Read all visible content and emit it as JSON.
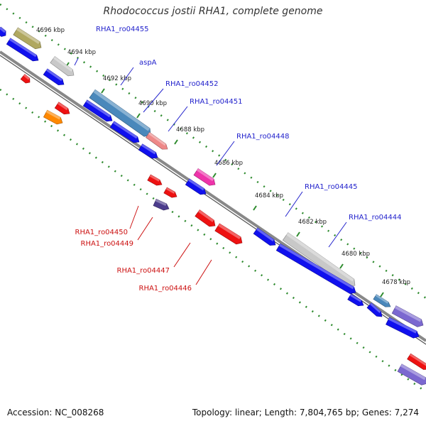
{
  "title": "Rhodococcus jostii RHA1, complete genome",
  "footer": {
    "accession": "Accession: NC_008268",
    "summary": "Topology: linear; Length: 7,804,765 bp; Genes: 7,274"
  },
  "ruler_labels": [
    "4696 kbp",
    "4694 kbp",
    "4692 kbp",
    "4690 kbp",
    "4688 kbp",
    "4686 kbp",
    "4684 kbp",
    "4682 kbp",
    "4680 kbp",
    "4678 kbp"
  ],
  "gene_labels_top": [
    "RHA1_ro04455",
    "aspA",
    "RHA1_ro04452",
    "RHA1_ro04451",
    "RHA1_ro04448",
    "RHA1_ro04445",
    "RHA1_ro04444"
  ],
  "gene_labels_bottom": [
    "RHA1_ro04450",
    "RHA1_ro04449",
    "RHA1_ro04447",
    "RHA1_ro04446"
  ],
  "colors": {
    "backbone": "#888888",
    "tick": "#2e8b2e",
    "label_top": "#2222cc",
    "label_bottom": "#cc1111",
    "cds_blue": "#1010ee",
    "cds_red": "#ee1111",
    "olive": "#b0a860",
    "grey": "#c8c8c8",
    "steel": "#4a88bb",
    "salmon": "#ee8888",
    "magenta": "#ee33aa",
    "orange": "#ff8800",
    "darkpurple": "#4b3c8c",
    "lavender": "#7b68d0"
  }
}
